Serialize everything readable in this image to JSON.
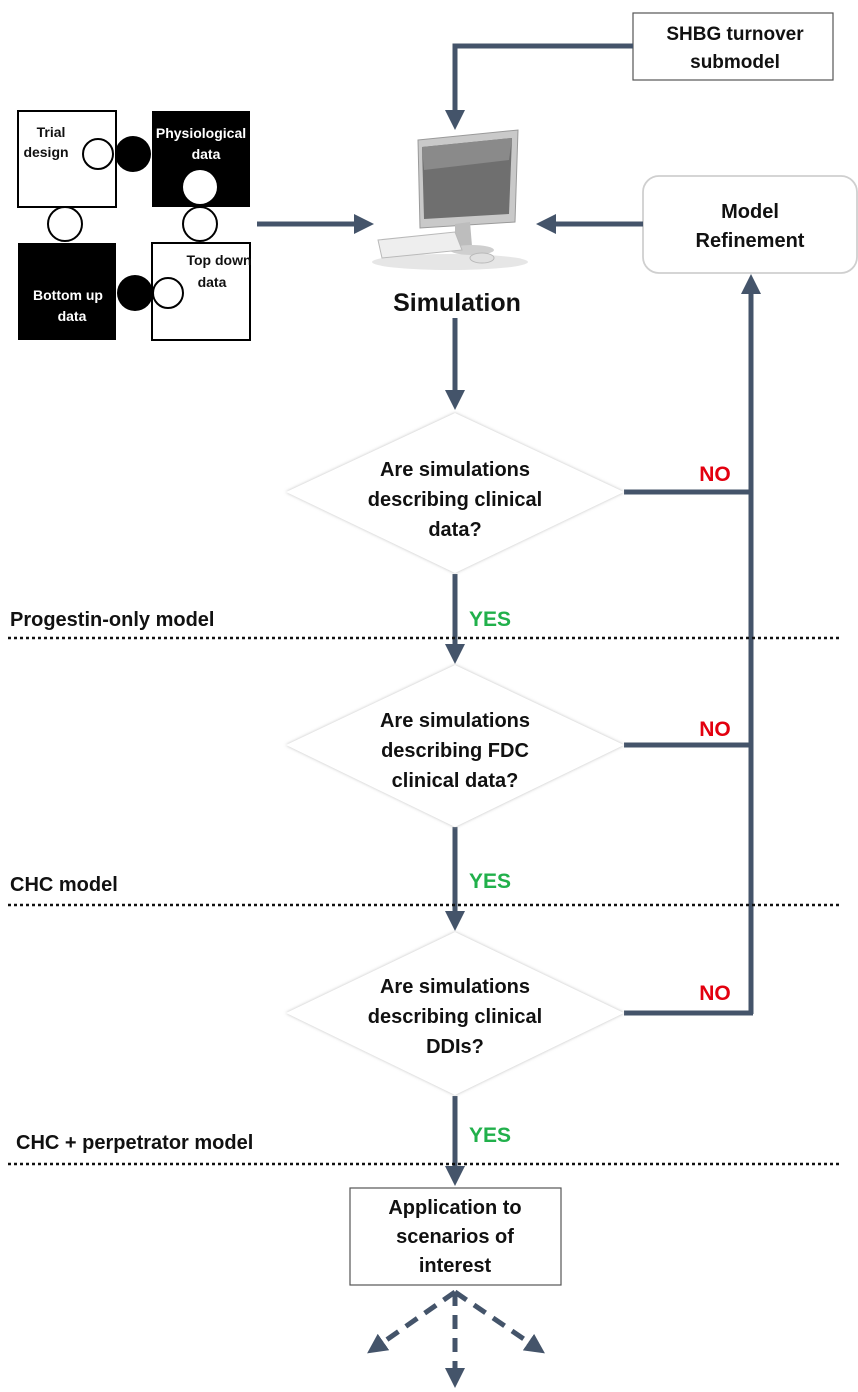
{
  "colors": {
    "arrow": "#44546a",
    "no": "#e3000f",
    "yes": "#21b04b",
    "text": "#111111",
    "dotted": "#111111"
  },
  "top_box": [
    "SHBG turnover",
    "submodel"
  ],
  "puzzle": {
    "trial_design": [
      "Trial",
      "design"
    ],
    "physiological": [
      "Physiological",
      "data"
    ],
    "top_down": [
      "Top down",
      "data"
    ],
    "bottom_up": [
      "Bottom up",
      "data"
    ]
  },
  "computer_icon": "desktop-computer-icon",
  "simulation_label": "Simulation",
  "refinement_box": [
    "Model",
    "Refinement"
  ],
  "decisions": [
    {
      "lines": [
        "Are simulations",
        "describing clinical",
        "data?"
      ],
      "no": "NO",
      "yes": "YES"
    },
    {
      "lines": [
        "Are simulations",
        "describing FDC",
        "clinical data?"
      ],
      "no": "NO",
      "yes": "YES"
    },
    {
      "lines": [
        "Are simulations",
        "describing clinical",
        "DDIs?"
      ],
      "no": "NO",
      "yes": "YES"
    }
  ],
  "section_labels": [
    "Progestin-only model",
    "CHC model",
    "CHC + perpetrator model"
  ],
  "final_box": [
    "Application to",
    "scenarios of",
    "interest"
  ]
}
